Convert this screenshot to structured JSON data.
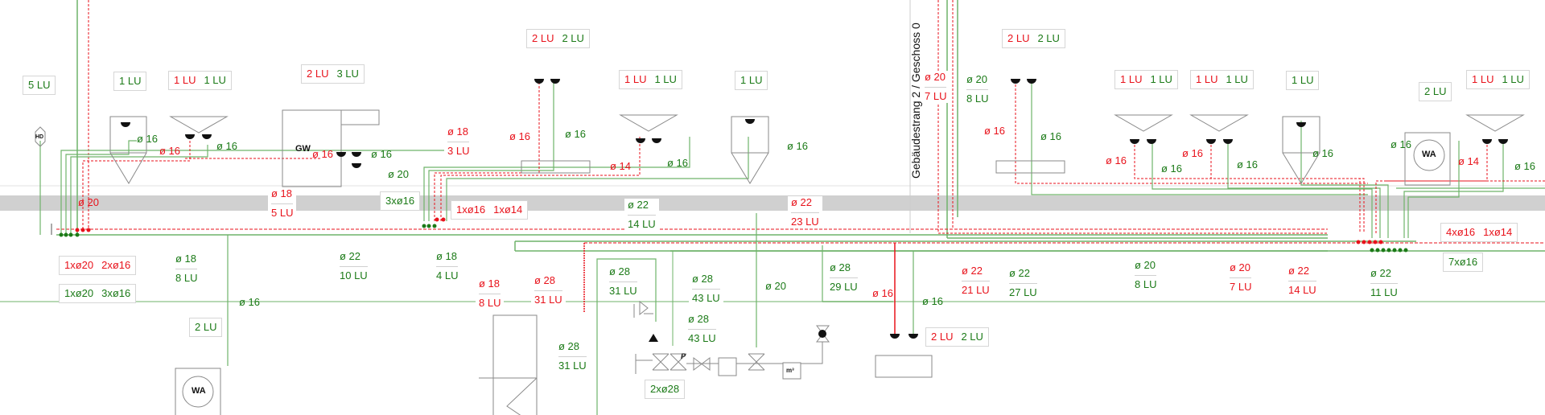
{
  "colors": {
    "cold_water": "#1b7a17",
    "hot_water": "#e8121b",
    "floor_band": "#d0d0d0",
    "fixture": "#888888"
  },
  "riser_label": "Gebäudestrang 2 / Geschoss 0",
  "symbols": {
    "hd": "HD",
    "gw": "GW",
    "wa_left": "WA",
    "wa_right": "WA",
    "meter": "m³",
    "pressure": "P"
  },
  "load_boxes": [
    {
      "id": "lu-5",
      "items": [
        {
          "t": "5 LU",
          "c": "green"
        }
      ]
    },
    {
      "id": "lu-basin-1",
      "items": [
        {
          "t": "1 LU",
          "c": "green"
        }
      ]
    },
    {
      "id": "lu-sink-1",
      "items": [
        {
          "t": "1 LU",
          "c": "red"
        },
        {
          "t": "1 LU",
          "c": "green"
        }
      ]
    },
    {
      "id": "lu-gw",
      "items": [
        {
          "t": "2 LU",
          "c": "red"
        },
        {
          "t": "3 LU",
          "c": "green"
        }
      ]
    },
    {
      "id": "lu-shower-top",
      "items": [
        {
          "t": "2 LU",
          "c": "red"
        },
        {
          "t": "2 LU",
          "c": "green"
        }
      ]
    },
    {
      "id": "lu-sink-2",
      "items": [
        {
          "t": "1 LU",
          "c": "red"
        },
        {
          "t": "1 LU",
          "c": "green"
        }
      ]
    },
    {
      "id": "lu-basin-2",
      "items": [
        {
          "t": "1 LU",
          "c": "green"
        }
      ]
    },
    {
      "id": "lu-shower-right",
      "items": [
        {
          "t": "2 LU",
          "c": "red"
        },
        {
          "t": "2 LU",
          "c": "green"
        }
      ]
    },
    {
      "id": "lu-sink-3",
      "items": [
        {
          "t": "1 LU",
          "c": "red"
        },
        {
          "t": "1 LU",
          "c": "green"
        }
      ]
    },
    {
      "id": "lu-sink-4",
      "items": [
        {
          "t": "1 LU",
          "c": "red"
        },
        {
          "t": "1 LU",
          "c": "green"
        }
      ]
    },
    {
      "id": "lu-basin-3",
      "items": [
        {
          "t": "1 LU",
          "c": "green"
        }
      ]
    },
    {
      "id": "lu-wa-right",
      "items": [
        {
          "t": "2 LU",
          "c": "green"
        }
      ]
    },
    {
      "id": "lu-sink-5",
      "items": [
        {
          "t": "1 LU",
          "c": "red"
        },
        {
          "t": "1 LU",
          "c": "green"
        }
      ]
    },
    {
      "id": "lu-wa-left",
      "items": [
        {
          "t": "2 LU",
          "c": "green"
        }
      ]
    },
    {
      "id": "lu-bottom-shower",
      "items": [
        {
          "t": "2 LU",
          "c": "red"
        },
        {
          "t": "2 LU",
          "c": "green"
        }
      ]
    },
    {
      "id": "manifold-left-hot",
      "items": [
        {
          "t": "1xø20",
          "c": "red"
        },
        {
          "t": "2xø16",
          "c": "red"
        }
      ]
    },
    {
      "id": "manifold-left-cold",
      "items": [
        {
          "t": "1xø20",
          "c": "green"
        },
        {
          "t": "3xø16",
          "c": "green"
        }
      ]
    },
    {
      "id": "manifold-mid-cold",
      "items": [
        {
          "t": "3xø16",
          "c": "green"
        }
      ]
    },
    {
      "id": "manifold-mid-hot",
      "items": [
        {
          "t": "1xø16",
          "c": "red"
        },
        {
          "t": "1xø14",
          "c": "red"
        }
      ]
    },
    {
      "id": "manifold-right-hot",
      "items": [
        {
          "t": "4xø16",
          "c": "red"
        },
        {
          "t": "1xø14",
          "c": "red"
        }
      ]
    },
    {
      "id": "manifold-right-cold",
      "items": [
        {
          "t": "7xø16",
          "c": "green"
        }
      ]
    },
    {
      "id": "valve-pair",
      "items": [
        {
          "t": "2xø28",
          "c": "green"
        }
      ]
    }
  ],
  "pipe_labels": [
    {
      "t": "ø 16",
      "c": "green"
    },
    {
      "t": "ø 16",
      "c": "red"
    },
    {
      "t": "ø 16",
      "c": "green"
    },
    {
      "t": "ø 16",
      "c": "red"
    },
    {
      "t": "ø 16",
      "c": "green"
    },
    {
      "t": "ø 20",
      "c": "green"
    },
    {
      "t": "ø 20",
      "c": "red"
    },
    {
      "t": "ø 16",
      "c": "red"
    },
    {
      "t": "ø 16",
      "c": "green"
    },
    {
      "t": "ø 14",
      "c": "red"
    },
    {
      "t": "ø 16",
      "c": "green"
    },
    {
      "t": "ø 16",
      "c": "green"
    },
    {
      "t": "ø 16",
      "c": "red"
    },
    {
      "t": "ø 16",
      "c": "green"
    },
    {
      "t": "ø 16",
      "c": "red"
    },
    {
      "t": "ø 16",
      "c": "green"
    },
    {
      "t": "ø 16",
      "c": "red"
    },
    {
      "t": "ø 16",
      "c": "green"
    },
    {
      "t": "ø 16",
      "c": "green"
    },
    {
      "t": "ø 16",
      "c": "green"
    },
    {
      "t": "ø 14",
      "c": "red"
    },
    {
      "t": "ø 16",
      "c": "green"
    },
    {
      "t": "ø 16",
      "c": "green"
    },
    {
      "t": "ø 20",
      "c": "green"
    },
    {
      "t": "ø 16",
      "c": "red"
    },
    {
      "t": "ø 16",
      "c": "green"
    }
  ],
  "section_labels": [
    {
      "d": "ø 18",
      "lu": "5 LU",
      "c": "red"
    },
    {
      "d": "ø 18",
      "lu": "3 LU",
      "c": "red"
    },
    {
      "d": "ø 22",
      "lu": "14 LU",
      "c": "green"
    },
    {
      "d": "ø 22",
      "lu": "23 LU",
      "c": "red"
    },
    {
      "d": "ø 20",
      "lu": "7 LU",
      "c": "red"
    },
    {
      "d": "ø 20",
      "lu": "8 LU",
      "c": "green"
    },
    {
      "d": "ø 18",
      "lu": "8 LU",
      "c": "green"
    },
    {
      "d": "ø 22",
      "lu": "10 LU",
      "c": "green"
    },
    {
      "d": "ø 18",
      "lu": "4 LU",
      "c": "green"
    },
    {
      "d": "ø 18",
      "lu": "8 LU",
      "c": "red"
    },
    {
      "d": "ø 28",
      "lu": "31 LU",
      "c": "red"
    },
    {
      "d": "ø 28",
      "lu": "31 LU",
      "c": "green"
    },
    {
      "d": "ø 28",
      "lu": "43 LU",
      "c": "green"
    },
    {
      "d": "ø 28",
      "lu": "43 LU",
      "c": "green"
    },
    {
      "d": "ø 28",
      "lu": "31 LU",
      "c": "green"
    },
    {
      "d": "ø 28",
      "lu": "29 LU",
      "c": "green"
    },
    {
      "d": "ø 22",
      "lu": "21 LU",
      "c": "red"
    },
    {
      "d": "ø 22",
      "lu": "27 LU",
      "c": "green"
    },
    {
      "d": "ø 20",
      "lu": "8 LU",
      "c": "green"
    },
    {
      "d": "ø 20",
      "lu": "7 LU",
      "c": "red"
    },
    {
      "d": "ø 22",
      "lu": "14 LU",
      "c": "red"
    },
    {
      "d": "ø 22",
      "lu": "11 LU",
      "c": "green"
    }
  ]
}
